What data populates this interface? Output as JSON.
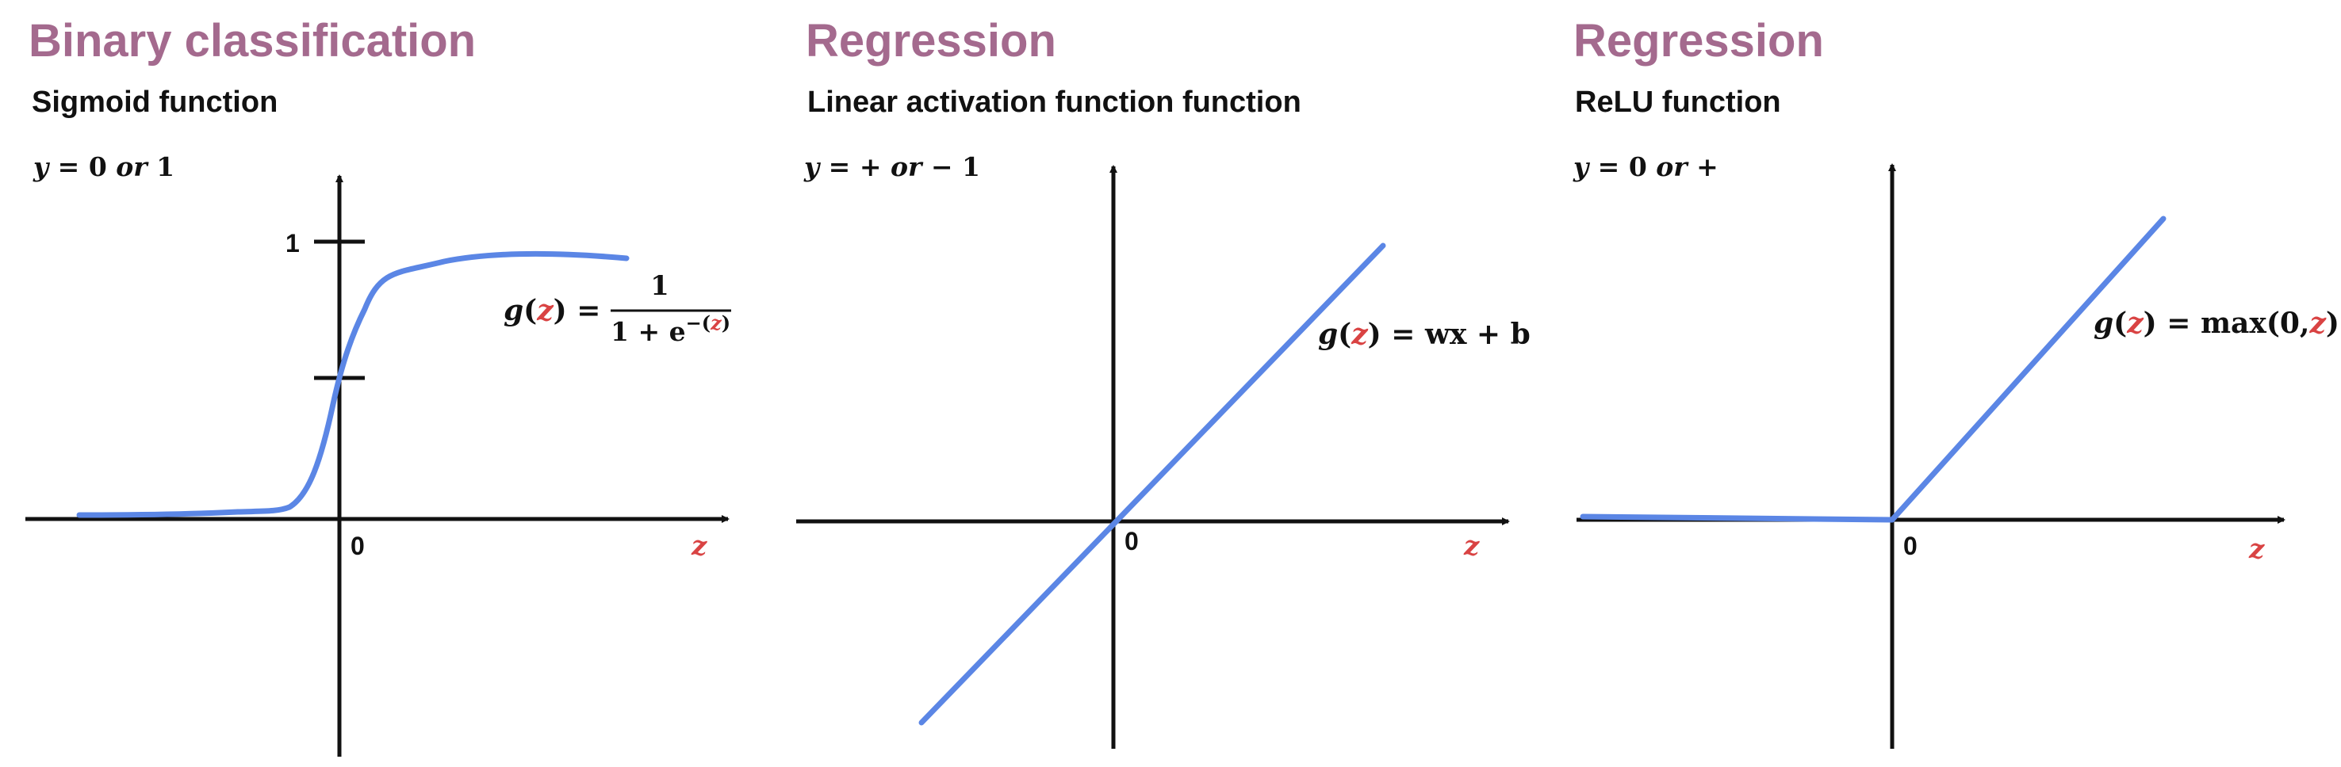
{
  "panels": [
    {
      "heading": "Binary classification",
      "subheading": "Sigmoid function",
      "range_label": "y = 0 or 1",
      "equation": {
        "lhs_fn": "g",
        "lhs_var": "z",
        "numerator": "1",
        "denominator_base": "1 + e",
        "exponent_var": "z"
      },
      "tick_y_label": "1",
      "origin_label": "0",
      "axis_label": "z",
      "curve": "sigmoid"
    },
    {
      "heading": "Regression",
      "subheading": "Linear activation function function",
      "range_label": "y = + or − 1",
      "equation": {
        "lhs_fn": "g",
        "lhs_var": "z",
        "rhs": "= wx + b"
      },
      "origin_label": "0",
      "axis_label": "z",
      "curve": "linear"
    },
    {
      "heading": "Regression",
      "subheading": "ReLU function",
      "range_label": "y = 0 or +",
      "equation": {
        "lhs_fn": "g",
        "lhs_var": "z",
        "rhs_prefix": "= max(0,",
        "rhs_var": "z",
        "rhs_suffix": ")"
      },
      "origin_label": "0",
      "axis_label": "z",
      "curve": "relu"
    }
  ],
  "colors": {
    "heading": "#a46a8e",
    "curve": "#5b86e5",
    "variable": "#d94343",
    "axis": "#111111"
  }
}
